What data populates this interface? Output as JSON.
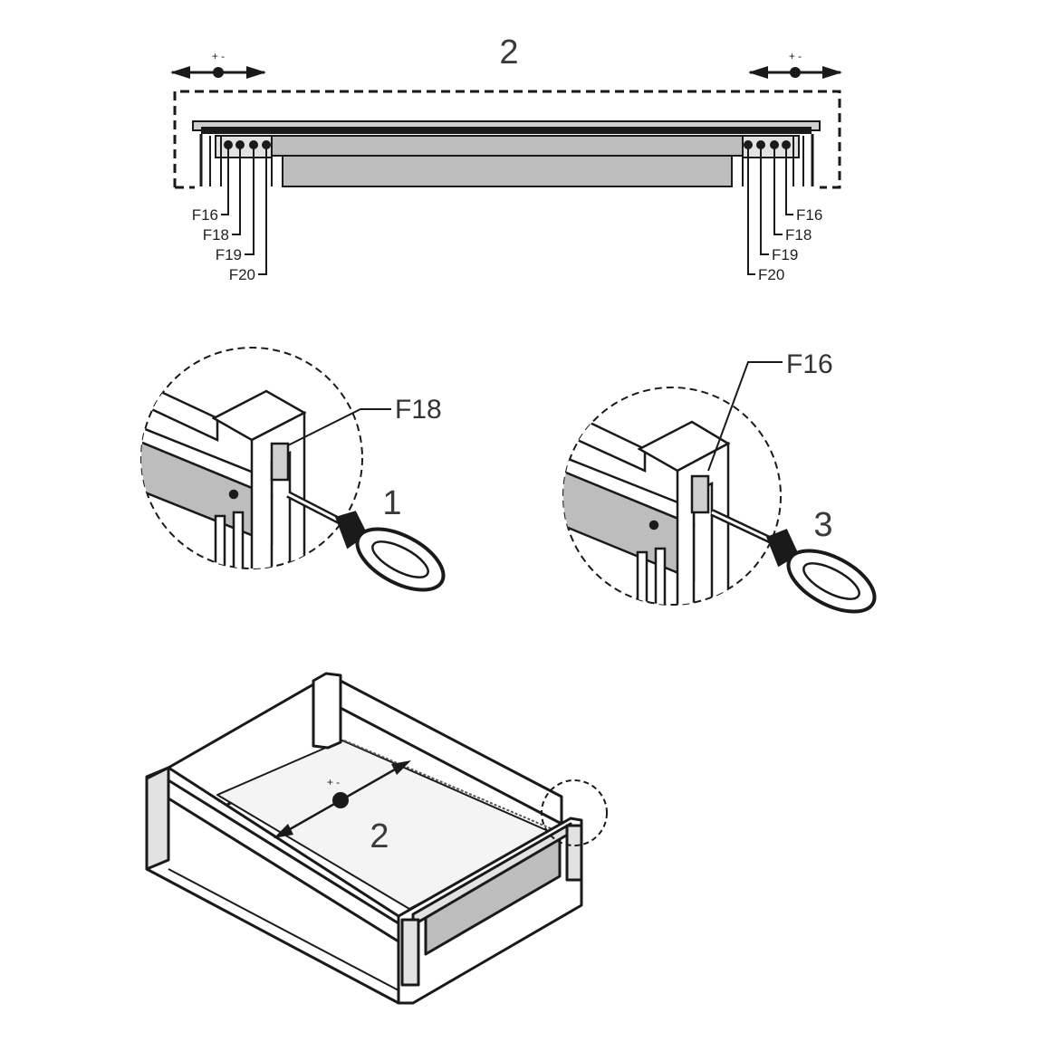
{
  "top_view": {
    "step": "2",
    "left_adjust_sign": "+ -",
    "right_adjust_sign": "+ -",
    "left_labels": [
      "F16",
      "F18",
      "F19",
      "F20"
    ],
    "right_labels": [
      "F16",
      "F18",
      "F19",
      "F20"
    ]
  },
  "detail_left": {
    "step": "1",
    "callout": "F18"
  },
  "detail_right": {
    "step": "3",
    "callout": "F16"
  },
  "drawer_view": {
    "step": "2",
    "adjust_sign": "+ -"
  },
  "colors": {
    "line": "#1a1a1a",
    "panel_gray": "#bdbdbd",
    "light_gray": "#e2e2e2"
  }
}
